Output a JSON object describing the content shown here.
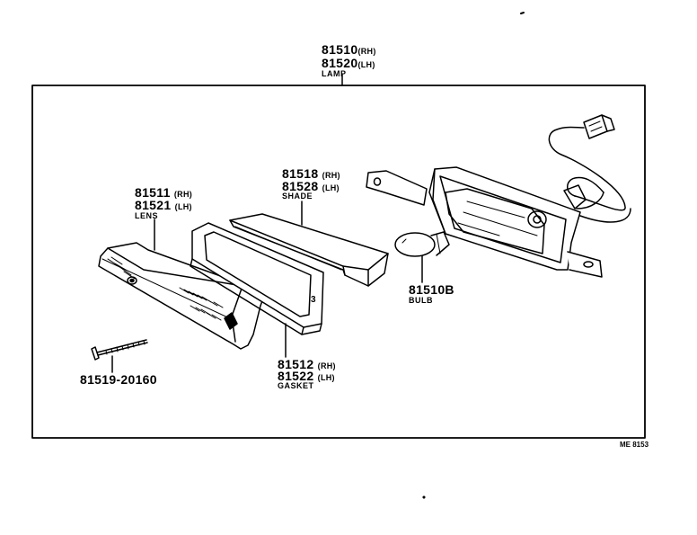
{
  "lamp": {
    "part_rh": "81510",
    "side_rh": "(RH)",
    "part_lh": "81520",
    "side_lh": "(LH)",
    "name": "LAMP"
  },
  "lens": {
    "part_rh": "81511",
    "side_rh": "(RH)",
    "part_lh": "81521",
    "side_lh": "(LH)",
    "name": "LENS"
  },
  "shade": {
    "part_rh": "81518",
    "side_rh": "(RH)",
    "part_lh": "81528",
    "side_lh": "(LH)",
    "name": "SHADE"
  },
  "gasket": {
    "part_rh": "81512",
    "side_rh": "(RH)",
    "part_lh": "81522",
    "side_lh": "(LH)",
    "name": "GASKET"
  },
  "bulb": {
    "part": "81510B",
    "name": "BULB"
  },
  "screw": {
    "part": "81519-20160"
  },
  "gasket_mark": "3",
  "figure_code": "ME 8153"
}
